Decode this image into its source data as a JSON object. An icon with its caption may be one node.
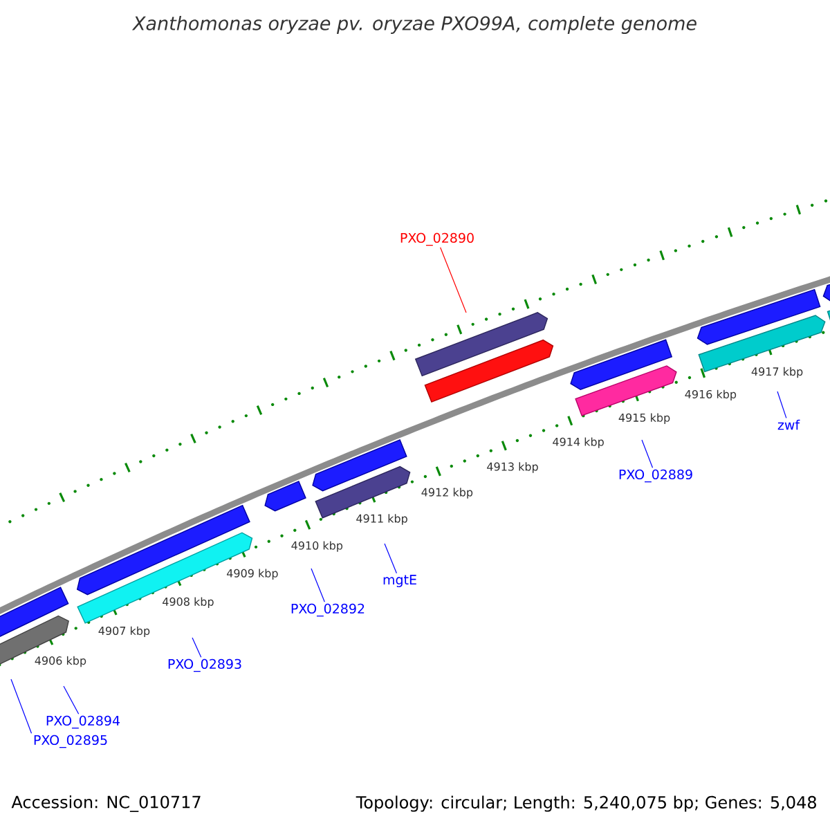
{
  "diagram": {
    "title": "Xanthomonas oryzae pv. oryzae PXO99A, complete genome",
    "nodes": [
      {
        "text": [
          "PXO_02890"
        ]
      },
      {
        "text": [
          "PXO_02889"
        ]
      },
      {
        "text": [
          "zwf"
        ]
      },
      {
        "text": [
          "mgtE"
        ]
      },
      {
        "text": [
          "PXO_02892"
        ]
      },
      {
        "text": [
          "PXO_02893"
        ]
      },
      {
        "text": [
          "PXO_02894"
        ]
      },
      {
        "text": [
          "PXO_02895"
        ]
      }
    ],
    "edges": [
      {
        "from": 0,
        "to": null,
        "arrow": "none",
        "color": "#ff0000"
      },
      {
        "from": 1,
        "to": null,
        "arrow": "none"
      },
      {
        "from": 2,
        "to": null,
        "arrow": "none"
      },
      {
        "from": 3,
        "to": null,
        "arrow": "none"
      },
      {
        "from": 4,
        "to": null,
        "arrow": "none"
      },
      {
        "from": 5,
        "to": null,
        "arrow": "none"
      },
      {
        "from": 6,
        "to": null,
        "arrow": "none"
      },
      {
        "from": 7,
        "to": null,
        "arrow": "none"
      }
    ],
    "labels": [
      "4906 kbp",
      "4907 kbp",
      "4908 kbp",
      "4909 kbp",
      "4910 kbp",
      "4911 kbp",
      "4912 kbp",
      "4913 kbp",
      "4914 kbp",
      "4915 kbp",
      "4916 kbp",
      "4917 kbp",
      "Accession: NC_010717",
      "Topology: circular; Length: 5,240,075 bp; Genes: 5,048"
    ]
  }
}
